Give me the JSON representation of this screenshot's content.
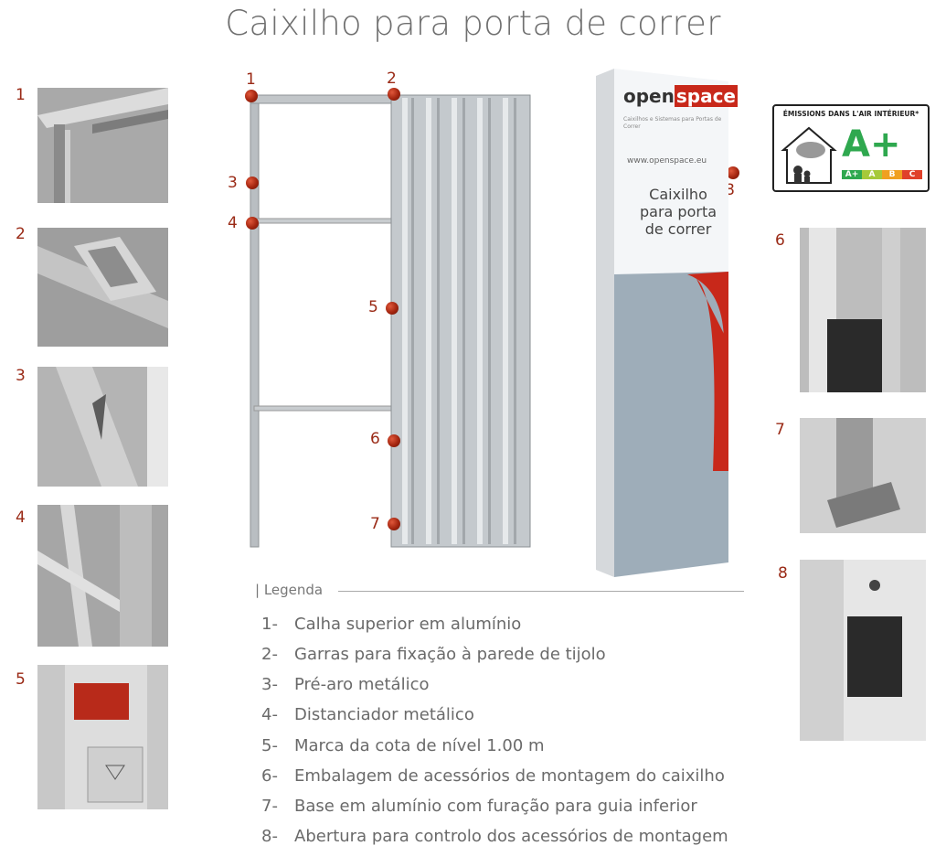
{
  "title": "Caixilho para porta de correr",
  "left_numbers": [
    "1",
    "2",
    "3",
    "4",
    "5"
  ],
  "right_numbers": [
    "6",
    "7",
    "8"
  ],
  "diagram_numbers": {
    "n1": "1",
    "n2": "2",
    "n3": "3",
    "n4": "4",
    "n5": "5",
    "n6": "6",
    "n7": "7",
    "n8": "8"
  },
  "legend": {
    "heading": "| Legenda",
    "items": [
      {
        "n": "1-",
        "text": "Calha superior em alumínio"
      },
      {
        "n": "2-",
        "text": "Garras para fixação à parede de tijolo"
      },
      {
        "n": "3-",
        "text": "Pré-aro metálico"
      },
      {
        "n": "4-",
        "text": "Distanciador metálico"
      },
      {
        "n": "5-",
        "text": "Marca da cota de nível 1.00 m"
      },
      {
        "n": "6-",
        "text": "Embalagem de acessórios de montagem do caixilho"
      },
      {
        "n": "7-",
        "text": "Base em alumínio com furação para guia inferior"
      },
      {
        "n": "8-",
        "text": "Abertura para controlo dos acessórios de montagem"
      }
    ]
  },
  "box": {
    "brand_a": "open",
    "brand_b": "space",
    "line1": "Caixilhos e Sistemas para Portas de Correr",
    "url": "www.openspace.eu",
    "title1": "Caixilho",
    "title2": "para porta",
    "title3": "de correr"
  },
  "badge": {
    "header": "ÉMISSIONS DANS L'AIR INTÉRIEUR*",
    "grade": "A+",
    "scale": [
      "A+",
      "A",
      "B",
      "C"
    ]
  },
  "colors": {
    "accent": "#9a2a16",
    "grade_green": "#2fa84f"
  }
}
